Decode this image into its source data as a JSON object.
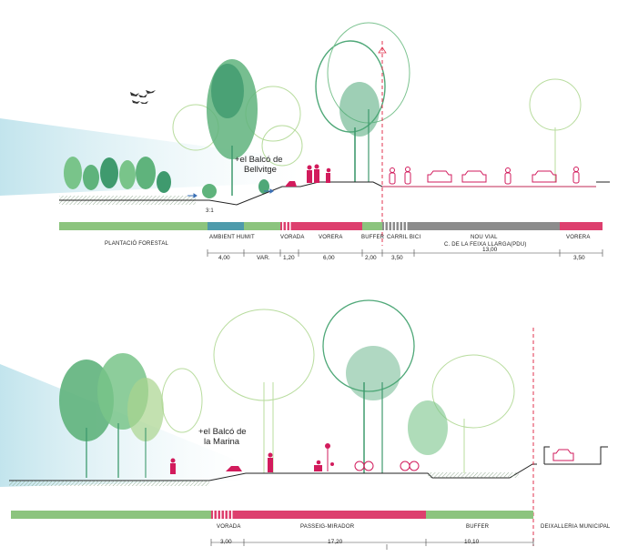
{
  "sections": [
    {
      "id": "top",
      "title_lines": [
        "+el Balcó de",
        "Bellvitge"
      ],
      "slope_label": "3:1",
      "zones": [
        {
          "label": "PLANTACIÓ FORESTAL",
          "color": "#8cc47e"
        },
        {
          "label": "AMBIENT HUMIT",
          "color": "#4e9bab"
        },
        {
          "label": "VORADA",
          "color": "#dd3f6e"
        },
        {
          "label": "VORERA",
          "color": "#dd3f6e"
        },
        {
          "label": "BUFFER",
          "color": "#8cc47e"
        },
        {
          "label": "CARRIL BICI",
          "color": "#8c8c8c"
        },
        {
          "label": "NOU VIAL",
          "color": "#8c8c8c"
        },
        {
          "label": "VORERA",
          "color": "#dd3f6e"
        }
      ],
      "sub_label": "C. DE LA FEIXA LLARGA(PDU)",
      "dimensions": [
        "4,00",
        "VAR.",
        "1,20",
        "6,00",
        "2,00",
        "3,50",
        "13,00",
        "3,50"
      ]
    },
    {
      "id": "bottom",
      "title_lines": [
        "+el Balcó de",
        "la Marina"
      ],
      "zones": [
        {
          "label": "",
          "color": "#8cc47e"
        },
        {
          "label": "VORADA",
          "color": "#dd3f6e"
        },
        {
          "label": "PASSEIG-MIRADOR",
          "color": "#dd3f6e"
        },
        {
          "label": "BUFFER",
          "color": "#8cc47e"
        },
        {
          "label": "DEIXALLERIA MUNICIPAL",
          "color": "#ffffff"
        }
      ],
      "dimensions": [
        "3,00",
        "17,20",
        "10,10"
      ]
    }
  ],
  "colors": {
    "tree_dark": "#3f9a6e",
    "tree_mid": "#6cbf88",
    "tree_light": "#a9d48f",
    "people": "#d21b5c",
    "limit_line": "#e0334f",
    "light_cone": "#cfeaf0"
  }
}
